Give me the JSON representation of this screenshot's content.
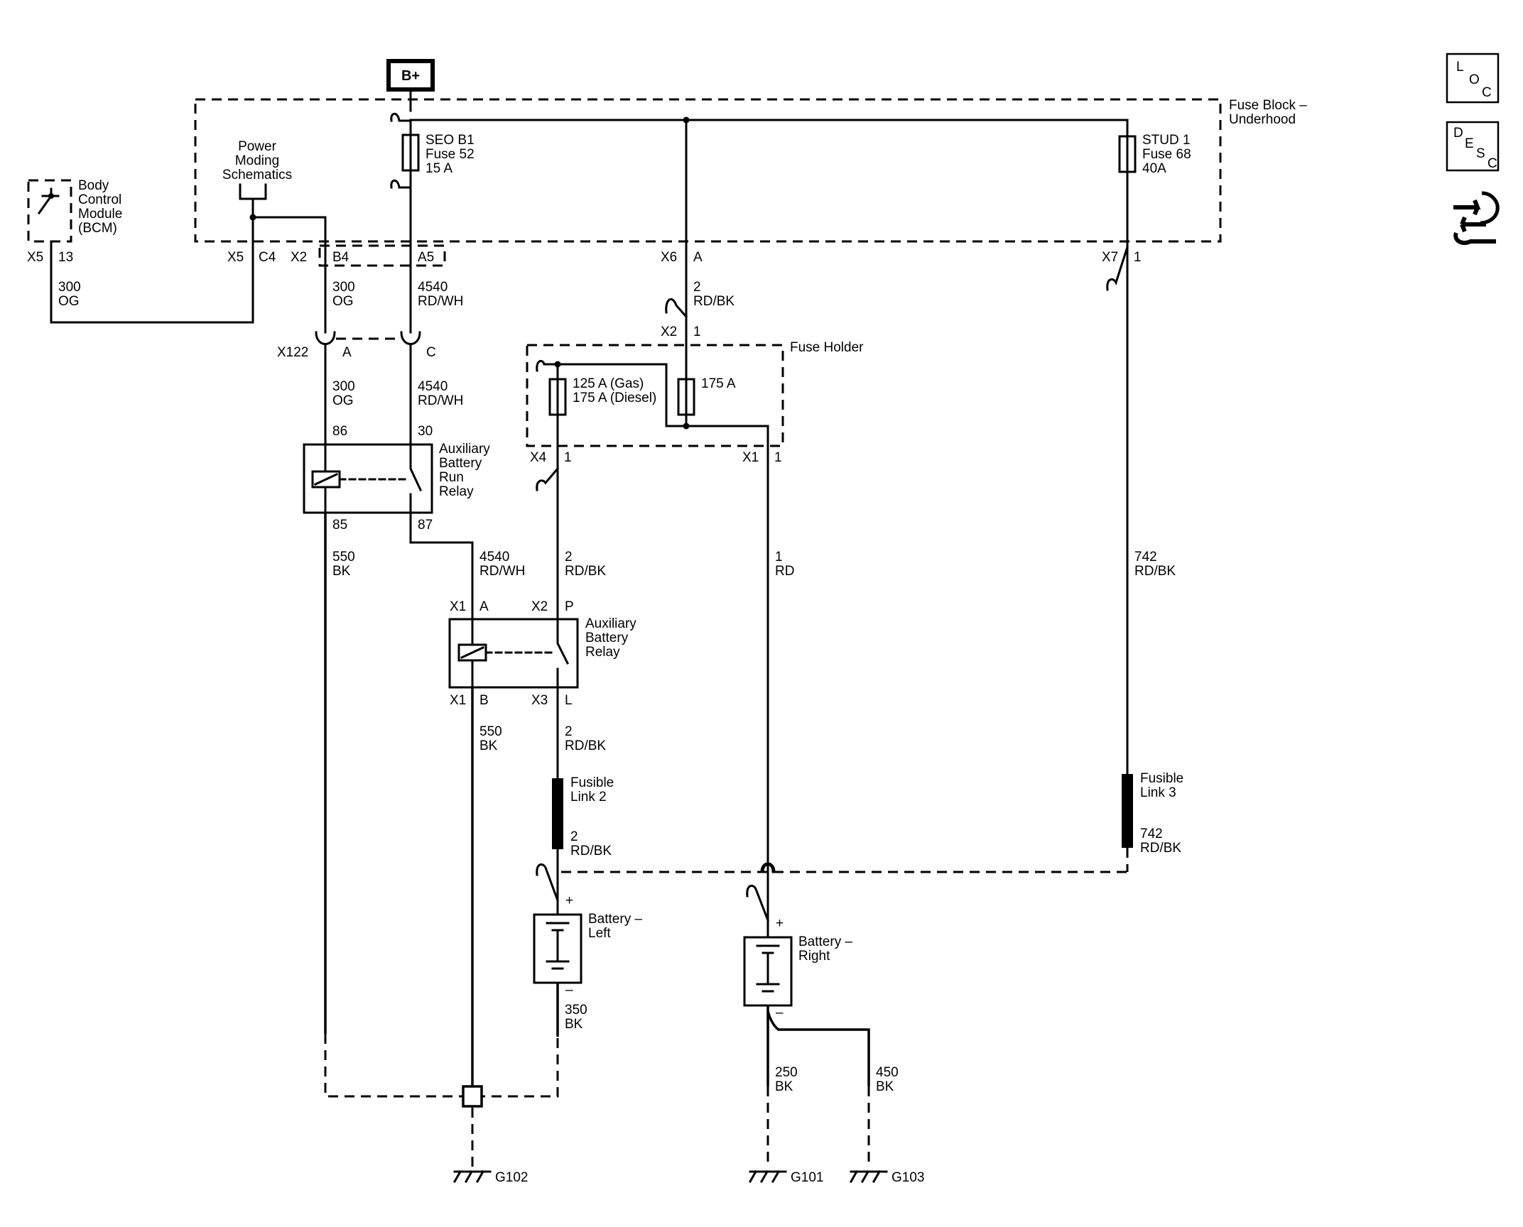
{
  "supply": {
    "label": "B+"
  },
  "fuse_block": {
    "title": "Fuse Block –",
    "title2": "Underhood"
  },
  "power_moding": {
    "line1": "Power",
    "line2": "Moding",
    "line3": "Schematics"
  },
  "bcm": {
    "line1": "Body",
    "line2": "Control",
    "line3": "Module",
    "line4": "(BCM)"
  },
  "fuses": {
    "seo": {
      "name": "SEO B1",
      "num": "Fuse 52",
      "rating": "15 A"
    },
    "stud": {
      "name": "STUD 1",
      "num": "Fuse 68",
      "rating": "40A"
    },
    "gas": {
      "line1": "125 A (Gas)",
      "line2": "175 A (Diesel)"
    },
    "f175": {
      "rating": "175 A"
    }
  },
  "fuse_holder": {
    "title": "Fuse Holder"
  },
  "relays": {
    "run": {
      "line1": "Auxiliary",
      "line2": "Battery",
      "line3": "Run",
      "line4": "Relay"
    },
    "aux": {
      "line1": "Auxiliary",
      "line2": "Battery",
      "line3": "Relay"
    }
  },
  "fusible": {
    "link2": {
      "line1": "Fusible",
      "line2": "Link 2"
    },
    "link3": {
      "line1": "Fusible",
      "line2": "Link 3"
    }
  },
  "batteries": {
    "left": {
      "line1": "Battery –",
      "line2": "Left"
    },
    "right": {
      "line1": "Battery –",
      "line2": "Right"
    },
    "plus": "+",
    "minus": "–"
  },
  "grounds": {
    "g102": "G102",
    "g101": "G101",
    "g103": "G103"
  },
  "pins": {
    "x5": "X5",
    "p13": "13",
    "c4": "C4",
    "x2": "X2",
    "b4": "B4",
    "a5": "A5",
    "x6": "X6",
    "a": "A",
    "x7": "X7",
    "one": "1",
    "x122": "X122",
    "c": "C",
    "p86": "86",
    "p30": "30",
    "p85": "85",
    "p87": "87",
    "x1": "X1",
    "x3": "X3",
    "p": "P",
    "b": "B",
    "l": "L",
    "x4": "X4"
  },
  "wires": {
    "w300_num": "300",
    "og": "OG",
    "w4540_num": "4540",
    "rdwh": "RD/WH",
    "w2_num": "2",
    "rdbk": "RD/BK",
    "w550_num": "550",
    "bk": "BK",
    "w1_num": "1",
    "rd": "RD",
    "w742_num": "742",
    "w350_num": "350",
    "w250_num": "250",
    "w450_num": "450"
  },
  "icons": {
    "loc": [
      "L",
      "O",
      "C"
    ],
    "desc": [
      "D",
      "E",
      "S",
      "C"
    ]
  }
}
